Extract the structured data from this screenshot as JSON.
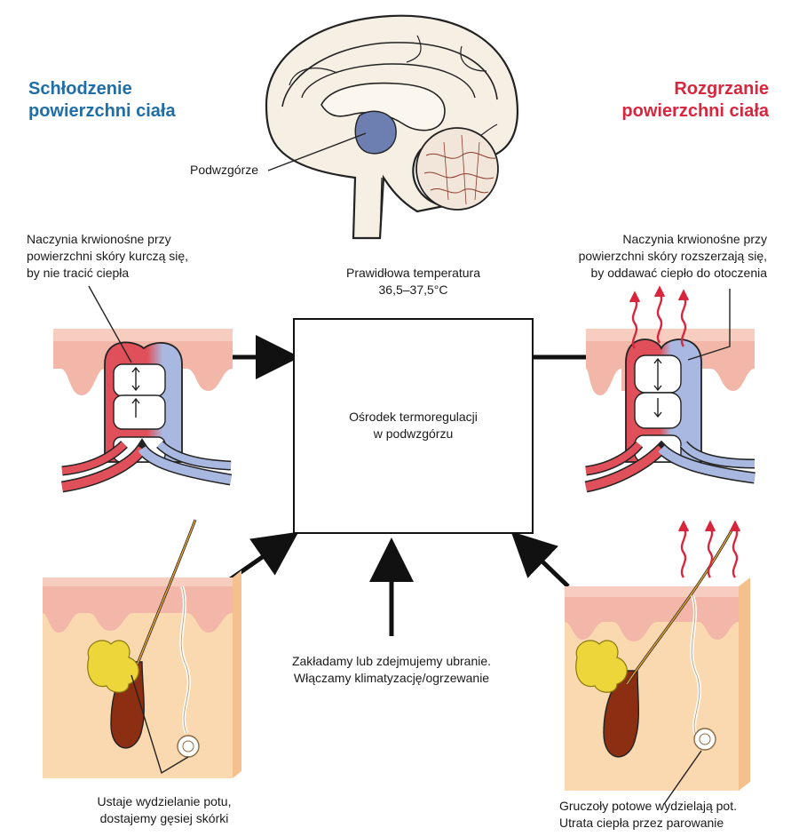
{
  "left_panel": {
    "title_line1": "Schłodzenie",
    "title_line2": "powierzchni ciała",
    "vessels_text_line1": "Naczynia krwionośne przy",
    "vessels_text_line2": "powierzchni skóry kurczą się,",
    "vessels_text_line3": "by nie tracić ciepła",
    "sweat_text_line1": "Ustaje wydzielanie potu,",
    "sweat_text_line2": "dostajemy gęsiej skórki"
  },
  "right_panel": {
    "title_line1": "Rozgrzanie",
    "title_line2": "powierzchni ciała",
    "vessels_text_line1": "Naczynia krwionośne przy",
    "vessels_text_line2": "powierzchni skóry rozszerzają się,",
    "vessels_text_line3": "by oddawać ciepło do otoczenia",
    "sweat_text_line1": "Gruczoły potowe wydzielają pot.",
    "sweat_text_line2": "Utrata ciepła przez parowanie"
  },
  "brain": {
    "hypothalamus_label": "Podwzgórze"
  },
  "center": {
    "normal_temp_line1": "Prawidłowa temperatura",
    "normal_temp_line2": "36,5–37,5°C",
    "box_line1": "Ośrodek termoregulacji",
    "box_line2": "w podwzgórzu"
  },
  "behavior": {
    "line1": "Zakładamy lub zdejmujemy ubranie.",
    "line2": "Włączamy klimatyzację/ogrzewanie"
  },
  "colors": {
    "cooling_title": "#1f6ea8",
    "warming_title": "#d7263d",
    "skin": "#f2b7a8",
    "skin_surface": "#f6cdbf",
    "tissue": "#fbd9b0",
    "artery": "#e0505a",
    "vein": "#a9b8e0",
    "heat": "#d7263d",
    "hypothalamus": "#6c7fb0"
  }
}
